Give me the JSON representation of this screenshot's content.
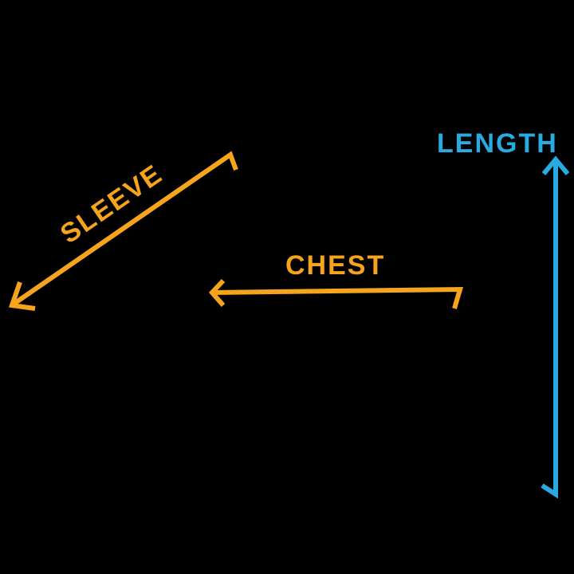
{
  "colors": {
    "orange": "#F7A41D",
    "blue": "#29ABE2",
    "background": "#000000"
  },
  "measurements": [
    {
      "id": "sleeve",
      "label": "SLEEVE",
      "color_name": "orange",
      "direction": "diagonal"
    },
    {
      "id": "chest",
      "label": "CHEST",
      "color_name": "orange",
      "direction": "horizontal"
    },
    {
      "id": "length",
      "label": "LENGTH",
      "color_name": "blue",
      "direction": "vertical"
    }
  ]
}
